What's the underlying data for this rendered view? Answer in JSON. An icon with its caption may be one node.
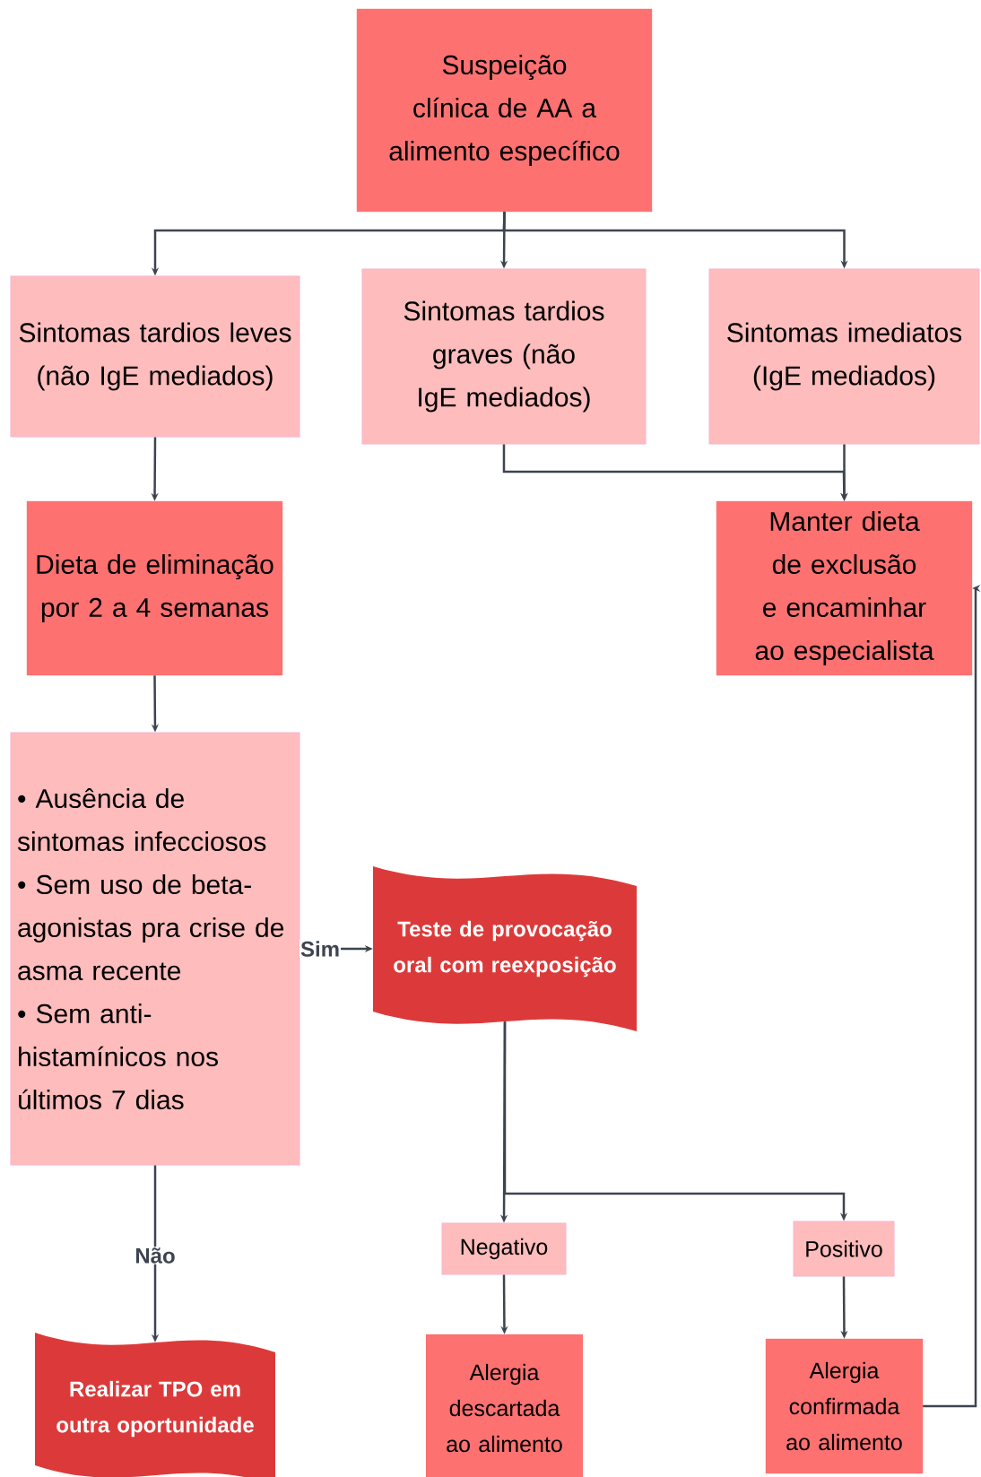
{
  "diagram": {
    "nodes": [
      {
        "text": [
          "Suspeição clínica de AA a alimento específico"
        ]
      },
      {
        "text": [
          "Sintomas tardios leves (não IgE mediados)"
        ]
      },
      {
        "text": [
          "Sintomas tardios graves (não IgE mediados)"
        ]
      },
      {
        "text": [
          "Sintomas imediatos (IgE mediados)"
        ]
      },
      {
        "text": [
          "Dieta de eliminação por 2 a 4 semanas"
        ]
      },
      {
        "text": [
          "Manter dieta de exclusão e encaminhar ao especialista"
        ]
      },
      {
        "text": [
          "• Ausência de sintomas infecciosos",
          "• Sem uso de beta-agonistas pra crise de asma recente",
          "• Sem anti-histamínicos nos últimos 7 dias"
        ]
      },
      {
        "text": [
          "Teste de provocação oral com reexposição"
        ]
      },
      {
        "text": [
          "Realizar TPO em outra oportunidade"
        ]
      },
      {
        "text": [
          "Negativo"
        ]
      },
      {
        "text": [
          "Positivo"
        ]
      },
      {
        "text": [
          "Alergia descartada ao alimento"
        ]
      },
      {
        "text": [
          "Alergia confirmada ao alimento"
        ]
      }
    ],
    "edges": [
      {
        "from": 0,
        "to": 1,
        "arrow": "to"
      },
      {
        "from": 0,
        "to": 2,
        "arrow": "to"
      },
      {
        "from": 0,
        "to": 3,
        "arrow": "to"
      },
      {
        "from": 1,
        "to": 4,
        "arrow": "to"
      },
      {
        "from": 2,
        "to": 5,
        "arrow": "to"
      },
      {
        "from": 3,
        "to": 5,
        "arrow": "to"
      },
      {
        "from": 4,
        "to": 6,
        "arrow": "to"
      },
      {
        "from": 6,
        "to": 7,
        "arrow": "to",
        "label": "Sim"
      },
      {
        "from": 6,
        "to": 8,
        "arrow": "to",
        "label": "Não"
      },
      {
        "from": 7,
        "to": 9,
        "arrow": "to"
      },
      {
        "from": 7,
        "to": 10,
        "arrow": "to"
      },
      {
        "from": 9,
        "to": 11,
        "arrow": "to"
      },
      {
        "from": 10,
        "to": 12,
        "arrow": "to"
      },
      {
        "from": 12,
        "to": 5,
        "arrow": "to"
      }
    ]
  }
}
